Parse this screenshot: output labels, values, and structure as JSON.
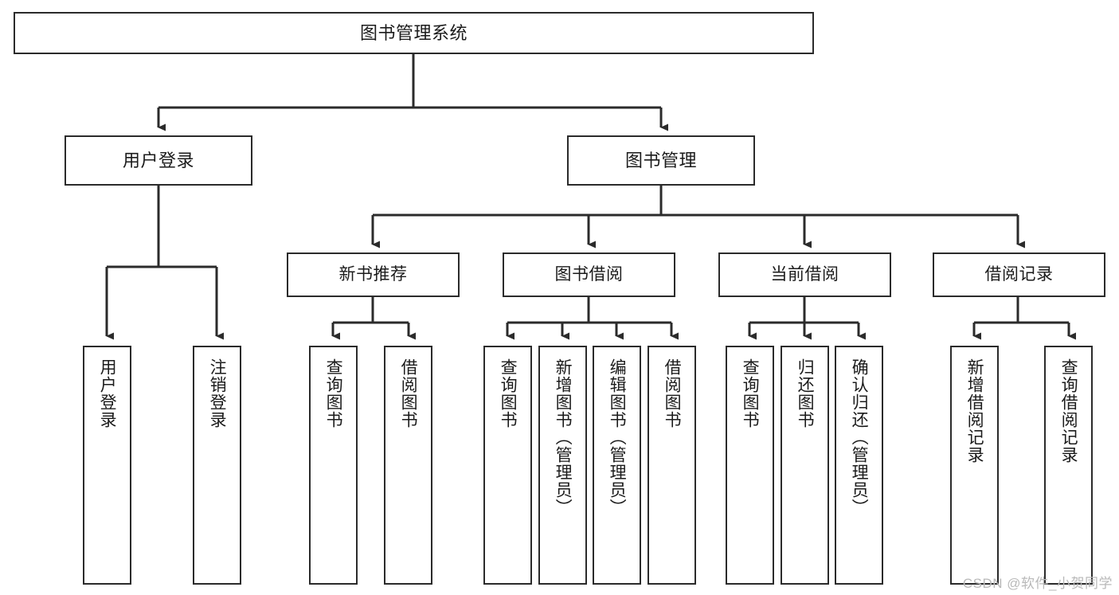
{
  "diagram": {
    "title": "图书管理系统",
    "type": "tree-hierarchy-chart",
    "watermark": "CSDN @软件_小贺同学",
    "colors": {
      "background": "#ffffff",
      "node_border": "#2b2b2b",
      "node_fill": "#ffffff",
      "connector": "#2b2b2b",
      "text": "#1b1b1b",
      "watermark": "#b9b9b9"
    },
    "root": {
      "label": "图书管理系统"
    },
    "level1": [
      {
        "label": "用户登录"
      },
      {
        "label": "图书管理"
      }
    ],
    "level2": [
      {
        "label": "新书推荐"
      },
      {
        "label": "图书借阅"
      },
      {
        "label": "当前借阅"
      },
      {
        "label": "借阅记录"
      }
    ],
    "leaves": {
      "user_login": [
        {
          "label": "用户登录"
        },
        {
          "label": "注销登录"
        }
      ],
      "new_book_recommend": [
        {
          "label": "查询图书"
        },
        {
          "label": "借阅图书"
        }
      ],
      "book_borrow": [
        {
          "label": "查询图书"
        },
        {
          "label": "新增图书（管理员）"
        },
        {
          "label": "编辑图书（管理员）"
        },
        {
          "label": "借阅图书"
        }
      ],
      "current_borrow": [
        {
          "label": "查询图书"
        },
        {
          "label": "归还图书"
        },
        {
          "label": "确认归还（管理员）"
        }
      ],
      "borrow_record": [
        {
          "label": "新增借阅记录"
        },
        {
          "label": "查询借阅记录"
        }
      ]
    }
  }
}
